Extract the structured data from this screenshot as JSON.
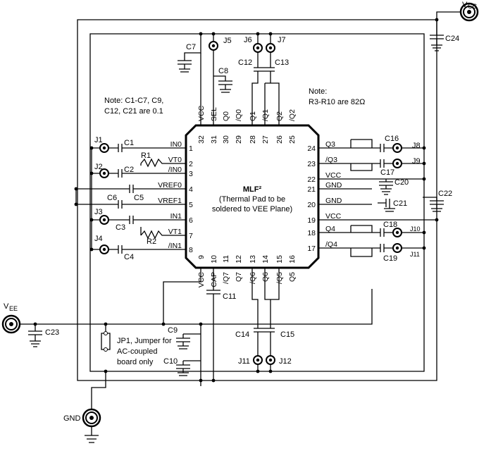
{
  "chip": {
    "name": "MLF²",
    "pad_line1": "(Thermal Pad to be",
    "pad_line2": "soldered to VEE Plane)",
    "left_pins": [
      {
        "num": "1",
        "name": "IN0"
      },
      {
        "num": "2",
        "name": "VT0"
      },
      {
        "num": "3",
        "name": "/IN0"
      },
      {
        "num": "4",
        "name": "VREF0"
      },
      {
        "num": "5",
        "name": "VREF1"
      },
      {
        "num": "6",
        "name": "IN1"
      },
      {
        "num": "7",
        "name": "VT1"
      },
      {
        "num": "8",
        "name": "/IN1"
      }
    ],
    "right_pins": [
      {
        "num": "24",
        "name": "Q3"
      },
      {
        "num": "23",
        "name": "/Q3"
      },
      {
        "num": "22",
        "name": "VCC"
      },
      {
        "num": "21",
        "name": "GND"
      },
      {
        "num": "20",
        "name": "GND"
      },
      {
        "num": "19",
        "name": "VCC"
      },
      {
        "num": "18",
        "name": "Q4"
      },
      {
        "num": "17",
        "name": "/Q4"
      }
    ],
    "top_pins": [
      {
        "num": "32",
        "name": "VCC"
      },
      {
        "num": "31",
        "name": "SEL"
      },
      {
        "num": "30",
        "name": "Q0"
      },
      {
        "num": "29",
        "name": "/Q0"
      },
      {
        "num": "28",
        "name": "Q1"
      },
      {
        "num": "27",
        "name": "/Q1"
      },
      {
        "num": "26",
        "name": "Q2"
      },
      {
        "num": "25",
        "name": "/Q2"
      }
    ],
    "bottom_pins": [
      {
        "num": "9",
        "name": "VCC"
      },
      {
        "num": "10",
        "name": "CAP"
      },
      {
        "num": "11",
        "name": "/Q7"
      },
      {
        "num": "12",
        "name": "Q7"
      },
      {
        "num": "13",
        "name": "/Q6"
      },
      {
        "num": "14",
        "name": "Q6"
      },
      {
        "num": "15",
        "name": "/Q5"
      },
      {
        "num": "16",
        "name": "Q5"
      }
    ]
  },
  "notes": {
    "caps_line1": "Note: C1-C7, C9,",
    "caps_line2": "C12, C21 are 0.1",
    "res_line1": "Note:",
    "res_line2": "R3-R10 are 82Ω",
    "jumper_line1": "JP1, Jumper for",
    "jumper_line2": "AC-coupled",
    "jumper_line3": "board only"
  },
  "rails": {
    "vcc": "V",
    "vcc_sub": "CC",
    "vee": "V",
    "vee_sub": "EE",
    "gnd": "GND"
  },
  "components": {
    "C1": "C1",
    "C2": "C2",
    "C3": "C3",
    "C4": "C4",
    "C5": "C5",
    "C6": "C6",
    "C7": "C7",
    "C8": "C8",
    "C9": "C9",
    "C10": "C10",
    "C11": "C11",
    "C12": "C12",
    "C13": "C13",
    "C14": "C14",
    "C15": "C15",
    "C16": "C16",
    "C17": "C17",
    "C18": "C18",
    "C19": "C19",
    "C20": "C20",
    "C21": "C21",
    "C22": "C22",
    "C23": "C23",
    "C24": "C24",
    "R1": "R1",
    "R2": "R2",
    "J1": "J1",
    "J2": "J2",
    "J3": "J3",
    "J4": "J4",
    "J5": "J5",
    "J6": "J6",
    "J7": "J7",
    "J8": "J8",
    "J9": "J9",
    "J10": "J10",
    "J11a": "J11",
    "J11b": "J11",
    "J12": "J12"
  }
}
